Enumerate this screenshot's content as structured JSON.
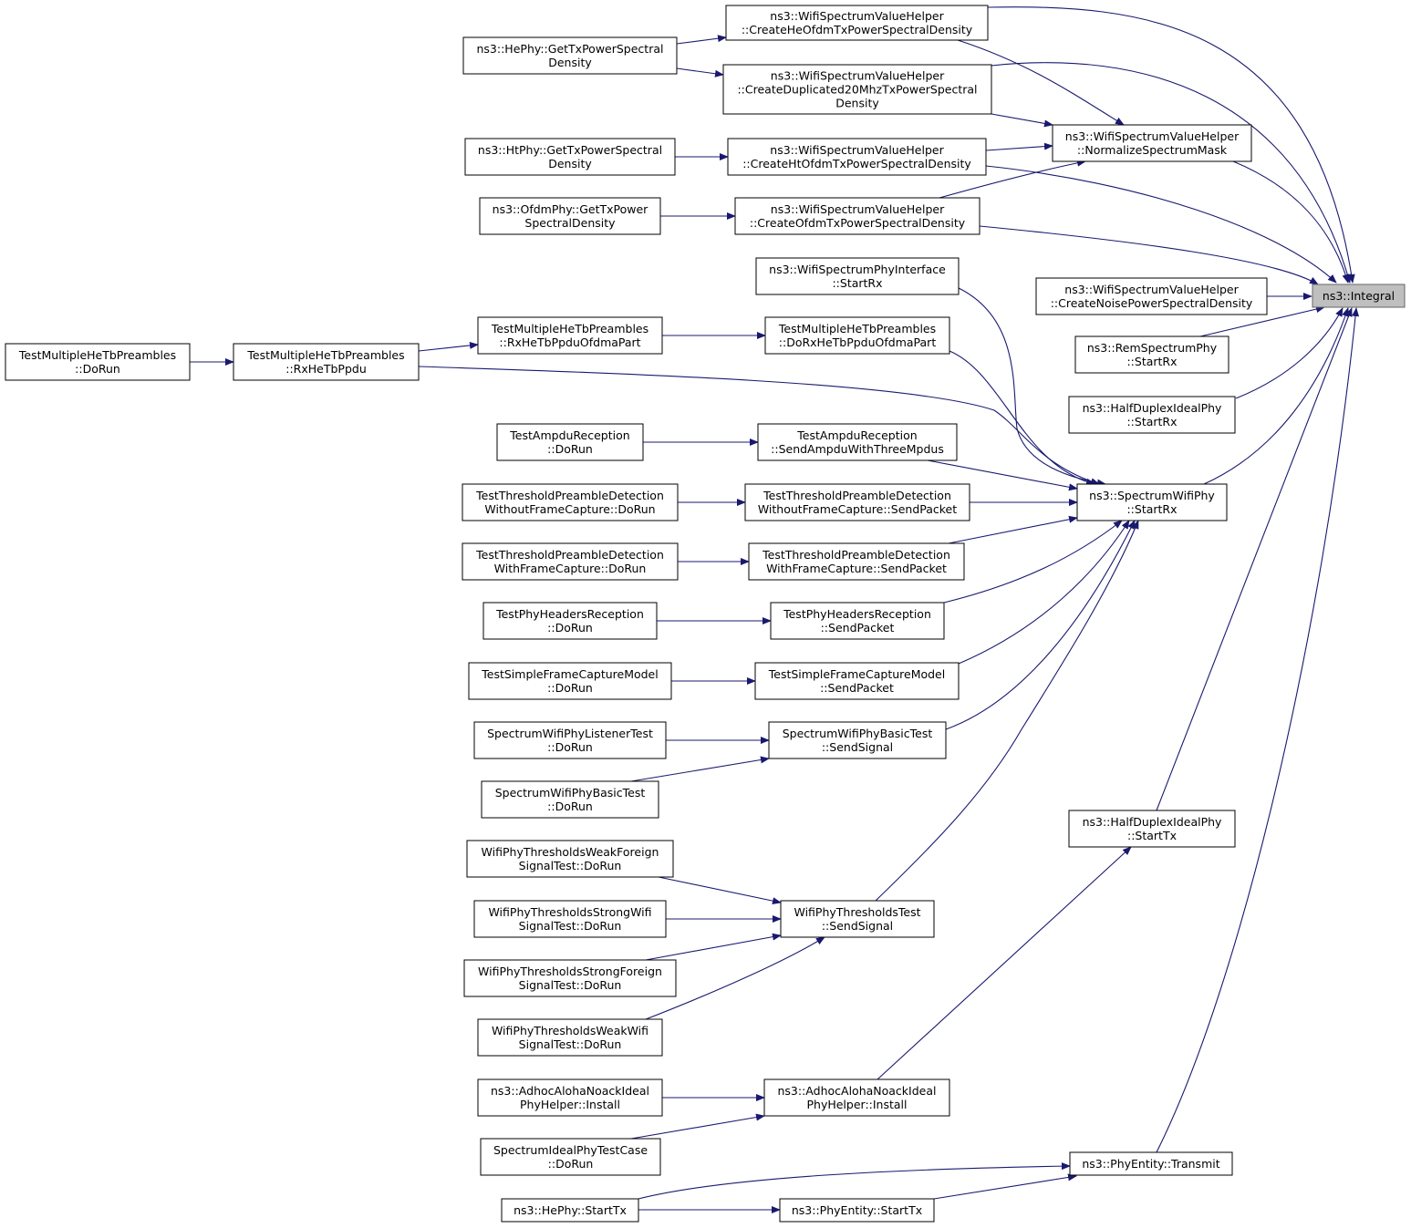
{
  "graph": {
    "root": "root",
    "colors": {
      "edge": "#191970",
      "node_border": "#000000",
      "root_fill": "#bfbfbf",
      "root_border": "#666666",
      "background": "#ffffff"
    },
    "nodes": {
      "root": {
        "lines": [
          "ns3::Integral"
        ]
      },
      "createHeOfdm": {
        "lines": [
          "ns3::WifiSpectrumValueHelper",
          "::CreateHeOfdmTxPowerSpectralDensity"
        ]
      },
      "hePhyGetTx": {
        "lines": [
          "ns3::HePhy::GetTxPowerSpectral",
          "Density"
        ]
      },
      "createDup20": {
        "lines": [
          "ns3::WifiSpectrumValueHelper",
          "::CreateDuplicated20MhzTxPowerSpectral",
          "Density"
        ]
      },
      "htPhyGetTx": {
        "lines": [
          "ns3::HtPhy::GetTxPowerSpectral",
          "Density"
        ]
      },
      "createHtOfdm": {
        "lines": [
          "ns3::WifiSpectrumValueHelper",
          "::CreateHtOfdmTxPowerSpectralDensity"
        ]
      },
      "normalizeMask": {
        "lines": [
          "ns3::WifiSpectrumValueHelper",
          "::NormalizeSpectrumMask"
        ]
      },
      "ofdmPhyGetTx": {
        "lines": [
          "ns3::OfdmPhy::GetTxPower",
          "SpectralDensity"
        ]
      },
      "createOfdm": {
        "lines": [
          "ns3::WifiSpectrumValueHelper",
          "::CreateOfdmTxPowerSpectralDensity"
        ]
      },
      "wifiSpecPhyIfStartRx": {
        "lines": [
          "ns3::WifiSpectrumPhyInterface",
          "::StartRx"
        ]
      },
      "createNoise": {
        "lines": [
          "ns3::WifiSpectrumValueHelper",
          "::CreateNoisePowerSpectralDensity"
        ]
      },
      "tmhtpDoRun": {
        "lines": [
          "TestMultipleHeTbPreambles",
          "::DoRun"
        ]
      },
      "tmhtpRxHeTbPpdu": {
        "lines": [
          "TestMultipleHeTbPreambles",
          "::RxHeTbPpdu"
        ]
      },
      "tmhtpRxOfdma": {
        "lines": [
          "TestMultipleHeTbPreambles",
          "::RxHeTbPpduOfdmaPart"
        ]
      },
      "tmhtpDoRxOfdma": {
        "lines": [
          "TestMultipleHeTbPreambles",
          "::DoRxHeTbPpduOfdmaPart"
        ]
      },
      "remStartRx": {
        "lines": [
          "ns3::RemSpectrumPhy",
          "::StartRx"
        ]
      },
      "hdipStartRx": {
        "lines": [
          "ns3::HalfDuplexIdealPhy",
          "::StartRx"
        ]
      },
      "tarDoRun": {
        "lines": [
          "TestAmpduReception",
          "::DoRun"
        ]
      },
      "tarSend": {
        "lines": [
          "TestAmpduReception",
          "::SendAmpduWithThreeMpdus"
        ]
      },
      "swpStartRx": {
        "lines": [
          "ns3::SpectrumWifiPhy",
          "::StartRx"
        ]
      },
      "tpdwoDoRun": {
        "lines": [
          "TestThresholdPreambleDetection",
          "WithoutFrameCapture::DoRun"
        ]
      },
      "tpdwoSend": {
        "lines": [
          "TestThresholdPreambleDetection",
          "WithoutFrameCapture::SendPacket"
        ]
      },
      "tpdwDoRun": {
        "lines": [
          "TestThresholdPreambleDetection",
          "WithFrameCapture::DoRun"
        ]
      },
      "tpdwSend": {
        "lines": [
          "TestThresholdPreambleDetection",
          "WithFrameCapture::SendPacket"
        ]
      },
      "tphrDoRun": {
        "lines": [
          "TestPhyHeadersReception",
          "::DoRun"
        ]
      },
      "tphrSend": {
        "lines": [
          "TestPhyHeadersReception",
          "::SendPacket"
        ]
      },
      "tsfcmDoRun": {
        "lines": [
          "TestSimpleFrameCaptureModel",
          "::DoRun"
        ]
      },
      "tsfcmSend": {
        "lines": [
          "TestSimpleFrameCaptureModel",
          "::SendPacket"
        ]
      },
      "swpltDoRun": {
        "lines": [
          "SpectrumWifiPhyListenerTest",
          "::DoRun"
        ]
      },
      "swpbtSend": {
        "lines": [
          "SpectrumWifiPhyBasicTest",
          "::SendSignal"
        ]
      },
      "swpbtDoRun": {
        "lines": [
          "SpectrumWifiPhyBasicTest",
          "::DoRun"
        ]
      },
      "hdipStartTx": {
        "lines": [
          "ns3::HalfDuplexIdealPhy",
          "::StartTx"
        ]
      },
      "wptwfDoRun": {
        "lines": [
          "WifiPhyThresholdsWeakForeign",
          "SignalTest::DoRun"
        ]
      },
      "wptSend": {
        "lines": [
          "WifiPhyThresholdsTest",
          "::SendSignal"
        ]
      },
      "wptswDoRun": {
        "lines": [
          "WifiPhyThresholdsStrongWifi",
          "SignalTest::DoRun"
        ]
      },
      "wptsfDoRun": {
        "lines": [
          "WifiPhyThresholdsStrongForeign",
          "SignalTest::DoRun"
        ]
      },
      "wptwwDoRun": {
        "lines": [
          "WifiPhyThresholdsWeakWifi",
          "SignalTest::DoRun"
        ]
      },
      "aaniphInstallL": {
        "lines": [
          "ns3::AdhocAlohaNoackIdeal",
          "PhyHelper::Install"
        ]
      },
      "aaniphInstallR": {
        "lines": [
          "ns3::AdhocAlohaNoackIdeal",
          "PhyHelper::Install"
        ]
      },
      "siptcDoRun": {
        "lines": [
          "SpectrumIdealPhyTestCase",
          "::DoRun"
        ]
      },
      "phyEntityTransmit": {
        "lines": [
          "ns3::PhyEntity::Transmit"
        ]
      },
      "hePhyStartTx": {
        "lines": [
          "ns3::HePhy::StartTx"
        ]
      },
      "phyEntityStartTx": {
        "lines": [
          "ns3::PhyEntity::StartTx"
        ]
      }
    },
    "edges": [
      [
        "hePhyGetTx",
        "createHeOfdm"
      ],
      [
        "hePhyGetTx",
        "createDup20"
      ],
      [
        "htPhyGetTx",
        "createHtOfdm"
      ],
      [
        "ofdmPhyGetTx",
        "createOfdm"
      ],
      [
        "createHeOfdm",
        "normalizeMask"
      ],
      [
        "createDup20",
        "normalizeMask"
      ],
      [
        "createHtOfdm",
        "normalizeMask"
      ],
      [
        "createOfdm",
        "normalizeMask"
      ],
      [
        "createHeOfdm",
        "root"
      ],
      [
        "createDup20",
        "root"
      ],
      [
        "normalizeMask",
        "root"
      ],
      [
        "createHtOfdm",
        "root"
      ],
      [
        "createOfdm",
        "root"
      ],
      [
        "createNoise",
        "root"
      ],
      [
        "remStartRx",
        "root"
      ],
      [
        "hdipStartRx",
        "root"
      ],
      [
        "swpStartRx",
        "root"
      ],
      [
        "hdipStartTx",
        "root"
      ],
      [
        "phyEntityTransmit",
        "root"
      ],
      [
        "tmhtpDoRun",
        "tmhtpRxHeTbPpdu"
      ],
      [
        "tmhtpRxHeTbPpdu",
        "tmhtpRxOfdma"
      ],
      [
        "tmhtpRxOfdma",
        "tmhtpDoRxOfdma"
      ],
      [
        "tmhtpDoRxOfdma",
        "swpStartRx"
      ],
      [
        "tmhtpRxHeTbPpdu",
        "swpStartRx"
      ],
      [
        "wifiSpecPhyIfStartRx",
        "swpStartRx"
      ],
      [
        "tarDoRun",
        "tarSend"
      ],
      [
        "tarSend",
        "swpStartRx"
      ],
      [
        "tpdwoDoRun",
        "tpdwoSend"
      ],
      [
        "tpdwoSend",
        "swpStartRx"
      ],
      [
        "tpdwDoRun",
        "tpdwSend"
      ],
      [
        "tpdwSend",
        "swpStartRx"
      ],
      [
        "tphrDoRun",
        "tphrSend"
      ],
      [
        "tphrSend",
        "swpStartRx"
      ],
      [
        "tsfcmDoRun",
        "tsfcmSend"
      ],
      [
        "tsfcmSend",
        "swpStartRx"
      ],
      [
        "swpltDoRun",
        "swpbtSend"
      ],
      [
        "swpbtDoRun",
        "swpbtSend"
      ],
      [
        "swpbtSend",
        "swpStartRx"
      ],
      [
        "wptwfDoRun",
        "wptSend"
      ],
      [
        "wptswDoRun",
        "wptSend"
      ],
      [
        "wptsfDoRun",
        "wptSend"
      ],
      [
        "wptwwDoRun",
        "wptSend"
      ],
      [
        "wptSend",
        "swpStartRx"
      ],
      [
        "aaniphInstallL",
        "aaniphInstallR"
      ],
      [
        "siptcDoRun",
        "aaniphInstallR"
      ],
      [
        "aaniphInstallR",
        "hdipStartTx"
      ],
      [
        "hePhyStartTx",
        "phyEntityStartTx"
      ],
      [
        "hePhyStartTx",
        "phyEntityTransmit"
      ],
      [
        "phyEntityStartTx",
        "phyEntityTransmit"
      ]
    ]
  }
}
